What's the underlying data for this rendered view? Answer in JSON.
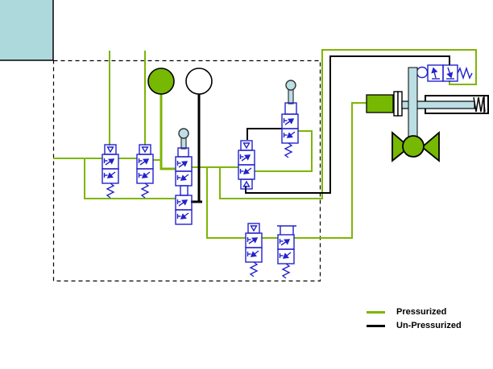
{
  "legend": {
    "items": [
      {
        "label": "Pressurized",
        "color": "#7EB504"
      },
      {
        "label": "Un-Pressurized",
        "color": "#000000"
      }
    ]
  },
  "colors": {
    "pressurized": "#7EB504",
    "unpressurized": "#000000",
    "valve_blue": "#2222CC",
    "slide_corner_blue": "#ADD9DD",
    "actuator_bar_blue": "#BCDEE5",
    "component_fill_green": "#76B802"
  },
  "diagram": {
    "type": "pneumatic-circuit",
    "indicators": [
      {
        "name": "green-indicator",
        "state": "pressurized"
      },
      {
        "name": "white-indicator",
        "state": "un-pressurized"
      }
    ]
  }
}
